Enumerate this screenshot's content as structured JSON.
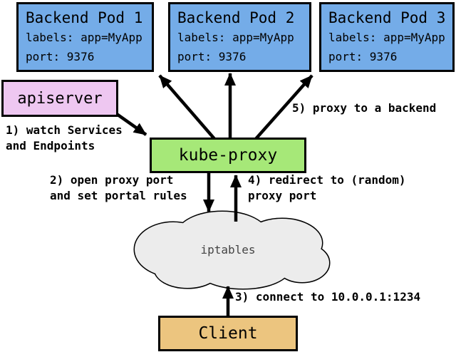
{
  "colors": {
    "pod-fill": "#74ACE8",
    "apiserver-fill": "#EEC7F1",
    "kube-proxy-fill": "#A6E878",
    "client-fill": "#ECC57F",
    "cloud-fill": "#ECECEC",
    "line-color": "#000000"
  },
  "pods": [
    {
      "title": "Backend Pod 1",
      "labels": "labels: app=MyApp",
      "port": "port: 9376"
    },
    {
      "title": "Backend Pod 2",
      "labels": "labels: app=MyApp",
      "port": "port: 9376"
    },
    {
      "title": "Backend Pod 3",
      "labels": "labels: app=MyApp",
      "port": "port: 9376"
    }
  ],
  "nodes": {
    "apiserver": "apiserver",
    "kube_proxy": "kube-proxy",
    "iptables": "iptables",
    "client": "Client"
  },
  "steps": {
    "step1": [
      "1) watch Services",
      "and Endpoints"
    ],
    "step2": [
      "2) open proxy port",
      "and set portal rules"
    ],
    "step3": [
      "3) connect to 10.0.0.1:1234"
    ],
    "step4": [
      "4) redirect to (random)",
      "proxy port"
    ],
    "step5": [
      "5) proxy to a backend"
    ]
  },
  "arrows": [
    {
      "name": "watch-arrow",
      "from": "apiserver",
      "to": "kube-proxy"
    },
    {
      "name": "open-proxy-port-arrow",
      "from": "kube-proxy",
      "to": "iptables"
    },
    {
      "name": "connect-arrow",
      "from": "Client",
      "to": "iptables"
    },
    {
      "name": "redirect-arrow",
      "from": "iptables",
      "to": "kube-proxy"
    },
    {
      "name": "proxy-to-backend-arrow-1",
      "from": "kube-proxy",
      "to": "Backend Pod 1"
    },
    {
      "name": "proxy-to-backend-arrow-2",
      "from": "kube-proxy",
      "to": "Backend Pod 2"
    },
    {
      "name": "proxy-to-backend-arrow-3",
      "from": "kube-proxy",
      "to": "Backend Pod 3"
    }
  ]
}
